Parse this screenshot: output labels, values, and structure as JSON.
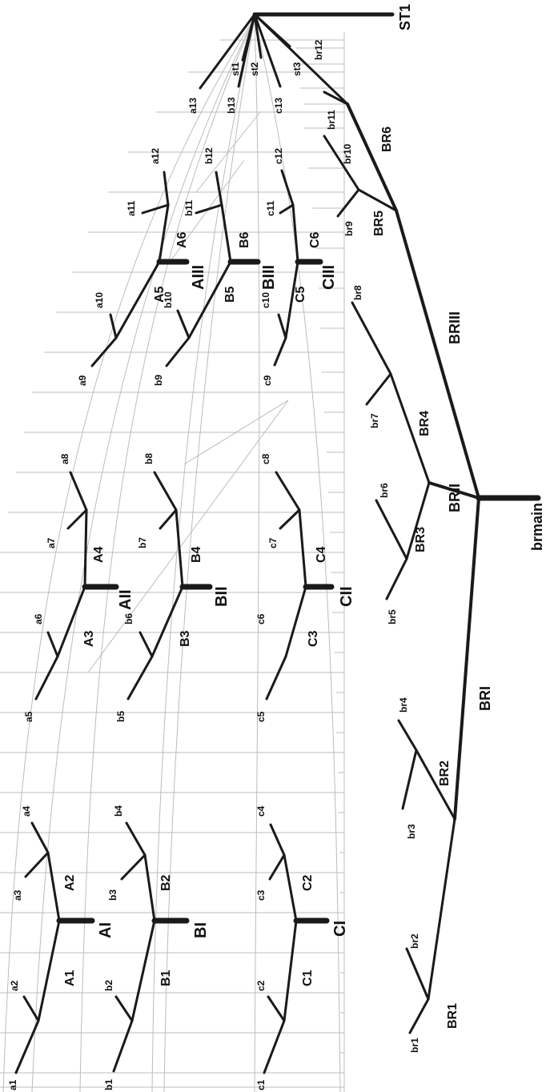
{
  "labels": {
    "a1": "a1",
    "a2": "a2",
    "a3": "a3",
    "a4": "a4",
    "a5": "a5",
    "a6": "a6",
    "a7": "a7",
    "a8": "a8",
    "a9": "a9",
    "a10": "a10",
    "a11": "a11",
    "a12": "a12",
    "a13": "a13",
    "b1": "b1",
    "b2": "b2",
    "b3": "b3",
    "b4": "b4",
    "b5": "b5",
    "b6": "b6",
    "b7": "b7",
    "b8": "b8",
    "b9": "b9",
    "b10": "b10",
    "b11": "b11",
    "b12": "b12",
    "b13": "b13",
    "c1": "c1",
    "c2": "c2",
    "c3": "c3",
    "c4": "c4",
    "c5": "c5",
    "c6": "c6",
    "c7": "c7",
    "c8": "c8",
    "c9": "c9",
    "c10": "c10",
    "c11": "c11",
    "c12": "c12",
    "c13": "c13",
    "br1": "br1",
    "br2": "br2",
    "br3": "br3",
    "br4": "br4",
    "br5": "br5",
    "br6": "br6",
    "br7": "br7",
    "br8": "br8",
    "br9": "br9",
    "br10": "br10",
    "br11": "br11",
    "br12": "br12",
    "st1": "st1",
    "st2": "st2",
    "st3": "st3",
    "A1": "A1",
    "A2": "A2",
    "A3": "A3",
    "A4": "A4",
    "A5": "A5",
    "A6": "A6",
    "B1": "B1",
    "B2": "B2",
    "B3": "B3",
    "B4": "B4",
    "B5": "B5",
    "B6": "B6",
    "C1": "C1",
    "C2": "C2",
    "C3": "C3",
    "C4": "C4",
    "C5": "C5",
    "C6": "C6",
    "BR1": "BR1",
    "BR2": "BR2",
    "BR3": "BR3",
    "BR4": "BR4",
    "BR5": "BR5",
    "BR6": "BR6",
    "AI": "AI",
    "AII": "AII",
    "AIII": "AIII",
    "BI": "BI",
    "BII": "BII",
    "BIII": "BIII",
    "CI": "CI",
    "CII": "CII",
    "CIII": "CIII",
    "BRI": "BRI",
    "BRII": "BRII",
    "BRIII": "BRIII",
    "brmain": "brmain",
    "ST1": "ST1"
  }
}
